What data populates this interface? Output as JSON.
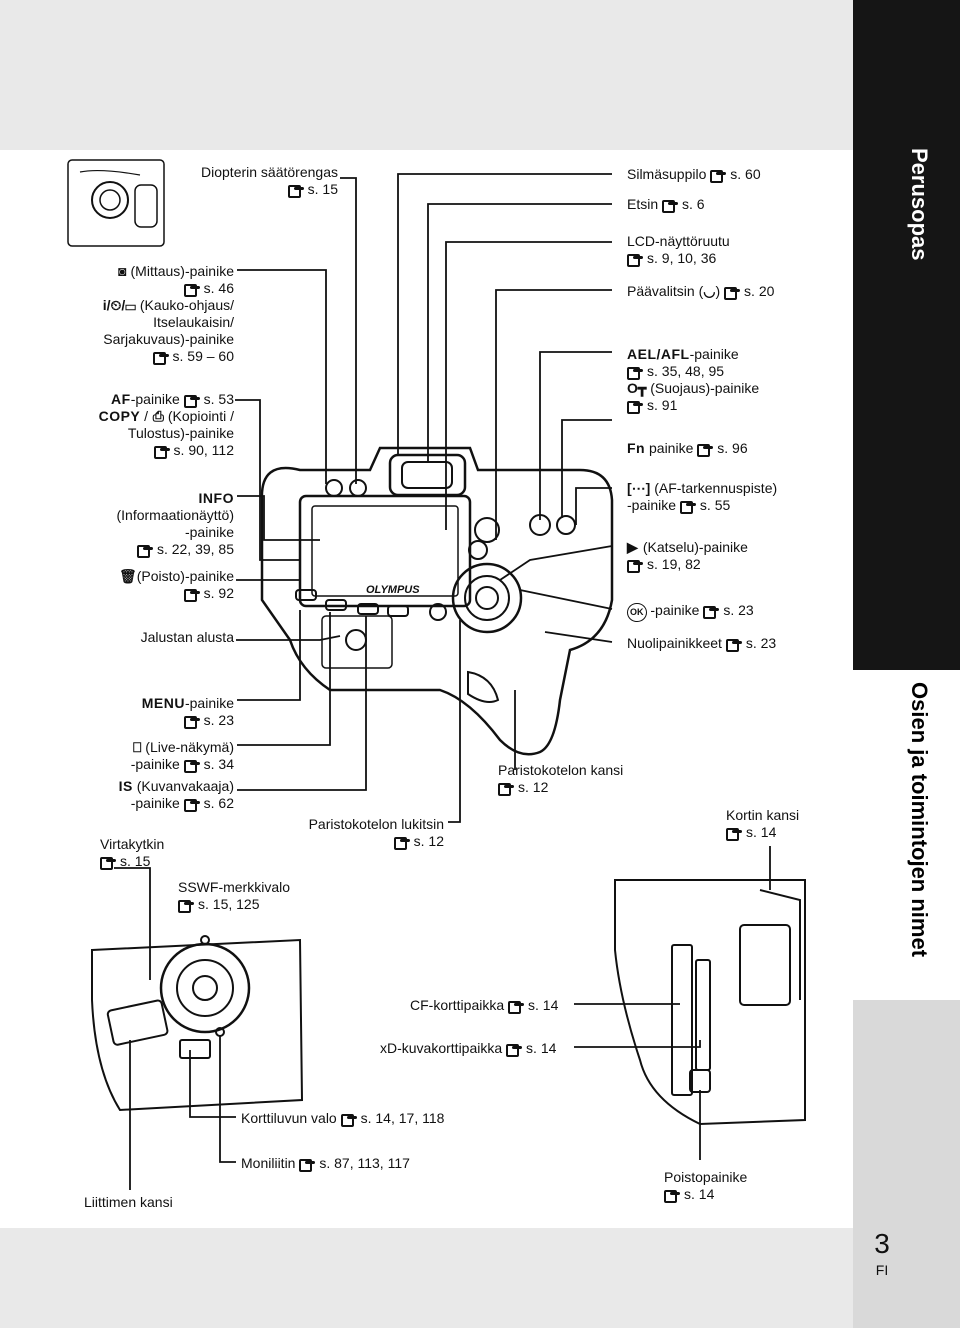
{
  "page": {
    "number": "3",
    "lang": "FI"
  },
  "sidebar": {
    "tab_top": "Perusopas",
    "tab_bottom": "Osien ja toimintojen nimet"
  },
  "labels_left": {
    "diopter": {
      "line1": "Diopterin säätörengas",
      "page": "s. 15"
    },
    "metering": {
      "icon": "metering-icon",
      "text": "(Mittaus)-painike",
      "page": "s. 46"
    },
    "drive": {
      "icon": "drive-mode-icon",
      "line1": "(Kauko-ohjaus/",
      "line2": "Itselaukaisin/",
      "line3": "Sarjakuvaus)-painike",
      "page": "s. 59 – 60"
    },
    "af": {
      "key": "AF",
      "text": "-painike",
      "page": "s. 53"
    },
    "copy": {
      "key": "COPY",
      "text": "(Kopiointi /",
      "line2": "Tulostus)-painike",
      "page": "s. 90, 112"
    },
    "info": {
      "key": "INFO",
      "line1": "(Informaationäyttö)",
      "line2": "-painike",
      "page": "s. 22, 39, 85"
    },
    "erase": {
      "icon": "trash-icon",
      "text": "(Poisto)-painike",
      "page": "s. 92"
    },
    "tripod": {
      "text": "Jalustan alusta"
    },
    "menu": {
      "key": "MENU",
      "text": "-painike",
      "page": "s. 23"
    },
    "live": {
      "icon": "live-view-icon",
      "text": "(Live-näkymä)",
      "line2": "-painike",
      "page": "s. 34"
    },
    "is": {
      "key": "IS",
      "text": "(Kuvanvakaaja)",
      "line2": "-painike",
      "page": "s. 62"
    },
    "power": {
      "text": "Virtakytkin",
      "page": "s. 15"
    },
    "sswf": {
      "text": "SSWF-merkkivalo",
      "page": "s. 15, 125"
    },
    "battery_lock": {
      "text": "Paristokotelon lukitsin",
      "page": "s. 12"
    }
  },
  "labels_right": {
    "eyecup": {
      "text": "Silmäsuppilo",
      "page": "s. 60"
    },
    "finder": {
      "text": "Etsin",
      "page": "s. 6"
    },
    "lcd": {
      "text": "LCD-näyttöruutu",
      "page": "s. 9, 10, 36"
    },
    "mode_dial": {
      "text": "Päävalitsin (",
      "text_end": ")",
      "page": "s. 20"
    },
    "ael": {
      "key": "AEL/AFL",
      "text": "-painike",
      "page": "s. 35, 48, 95"
    },
    "protect": {
      "icon": "key-icon",
      "text": "(Suojaus)-painike",
      "page": "s. 91"
    },
    "fn": {
      "key": "Fn",
      "text": "painike",
      "page": "s. 96"
    },
    "af_target": {
      "icon": "af-target-icon",
      "text": "(AF-tarkennuspiste)",
      "line2": "-painike",
      "page": "s. 55"
    },
    "playback": {
      "icon": "playback-icon",
      "text": "(Katselu)-painike",
      "page": "s. 19, 82"
    },
    "ok": {
      "icon": "ok-icon",
      "text": "-painike",
      "page": "s. 23"
    },
    "arrows": {
      "text": "Nuolipainikkeet",
      "page": "s. 23"
    },
    "battery_cover": {
      "text": "Paristokotelon kansi",
      "page": "s. 12"
    },
    "card_cover": {
      "text": "Kortin kansi",
      "page": "s. 14"
    }
  },
  "labels_bottom": {
    "cf_slot": {
      "text": "CF-korttipaikka",
      "page": "s. 14"
    },
    "xd_slot": {
      "text": "xD-kuvakorttipaikka",
      "page": "s. 14"
    },
    "card_lamp": {
      "text": "Korttiluvun valo",
      "page": "s. 14, 17, 118"
    },
    "multi": {
      "text": "Moniliitin",
      "page": "s. 87, 113, 117"
    },
    "connector_cover": {
      "text": "Liittimen kansi"
    },
    "eject": {
      "text": "Poistopainike",
      "page": "s. 14"
    }
  },
  "camera": {
    "brand": "OLYMPUS"
  }
}
